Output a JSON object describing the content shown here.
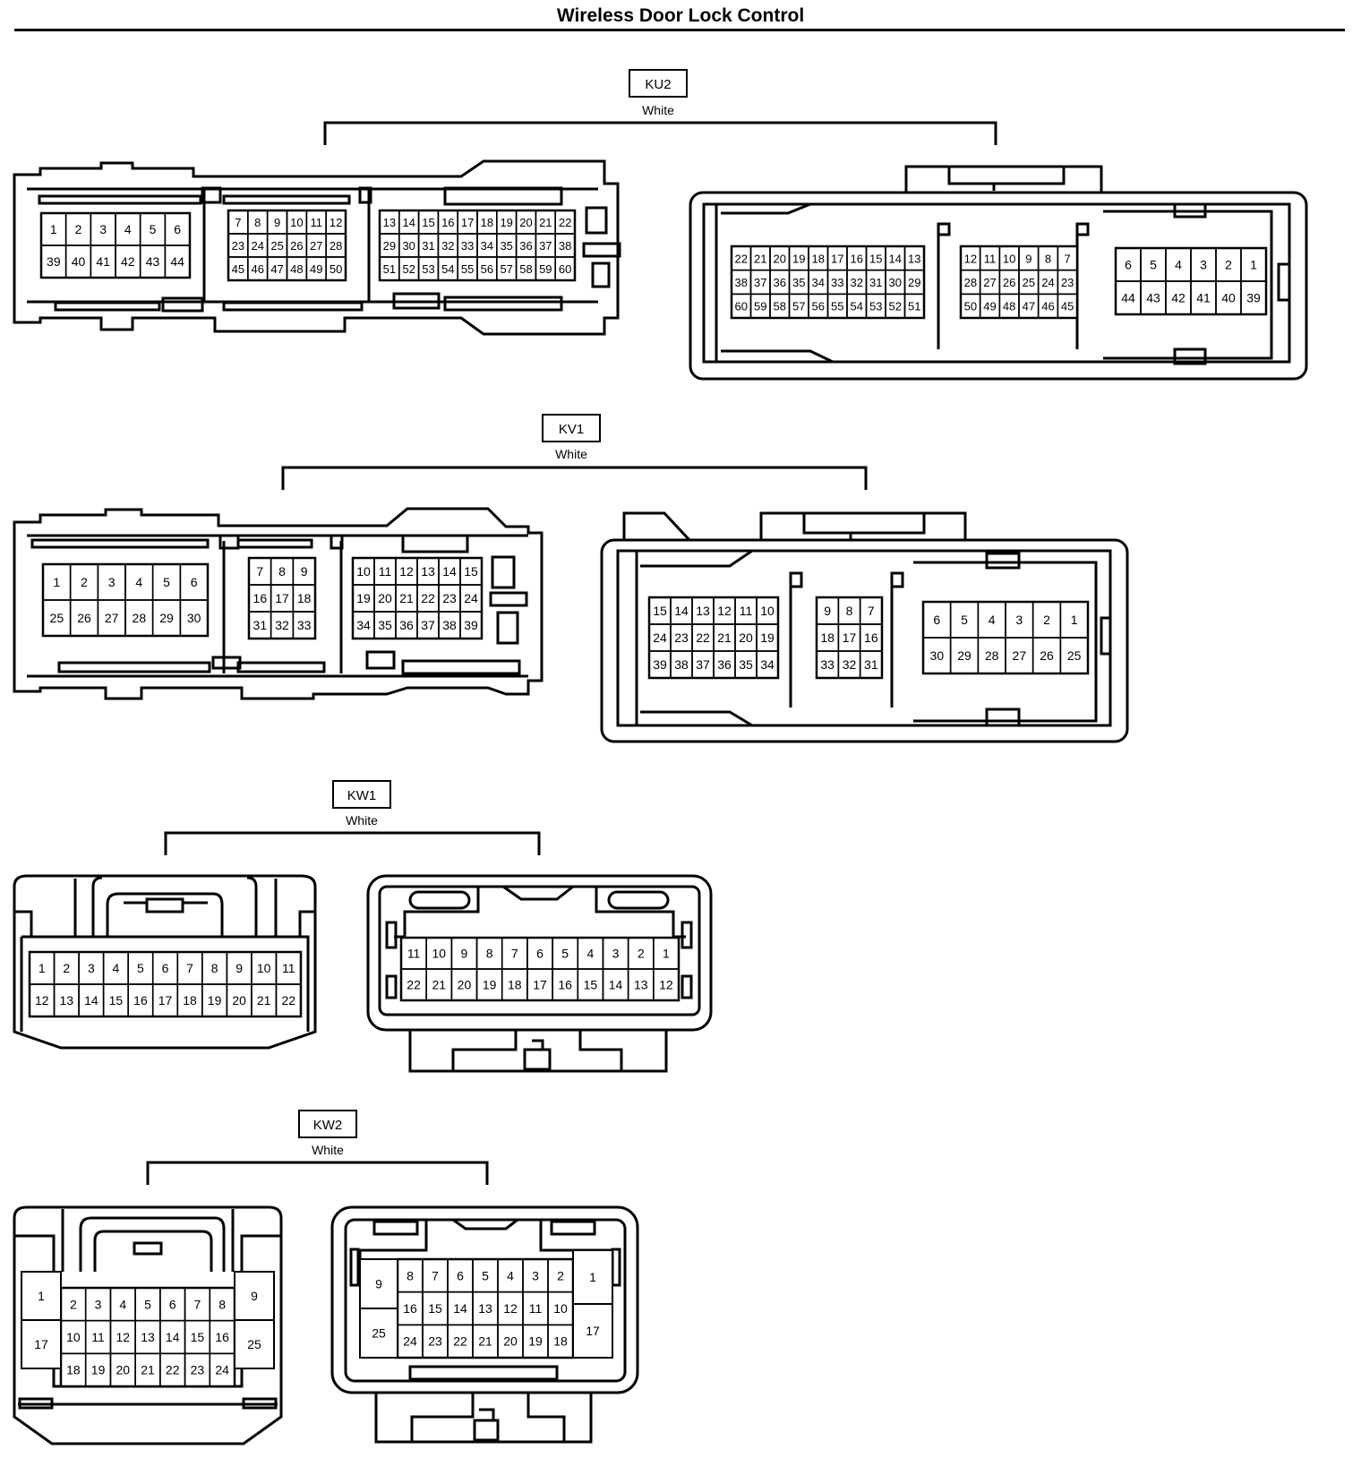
{
  "title": "Wireless Door Lock Control",
  "connectors": [
    {
      "code": "KU2",
      "color": "White",
      "views": [
        {
          "name": "ku2-left",
          "groups": [
            {
              "rows": [
                [
                  "1",
                  "2",
                  "3",
                  "4",
                  "5",
                  "6"
                ],
                [
                  "39",
                  "40",
                  "41",
                  "42",
                  "43",
                  "44"
                ]
              ]
            },
            {
              "rows": [
                [
                  "7",
                  "8",
                  "9",
                  "10",
                  "11",
                  "12"
                ],
                [
                  "23",
                  "24",
                  "25",
                  "26",
                  "27",
                  "28"
                ],
                [
                  "45",
                  "46",
                  "47",
                  "48",
                  "49",
                  "50"
                ]
              ]
            },
            {
              "rows": [
                [
                  "13",
                  "14",
                  "15",
                  "16",
                  "17",
                  "18",
                  "19",
                  "20",
                  "21",
                  "22"
                ],
                [
                  "29",
                  "30",
                  "31",
                  "32",
                  "33",
                  "34",
                  "35",
                  "36",
                  "37",
                  "38"
                ],
                [
                  "51",
                  "52",
                  "53",
                  "54",
                  "55",
                  "56",
                  "57",
                  "58",
                  "59",
                  "60"
                ]
              ]
            }
          ]
        },
        {
          "name": "ku2-right",
          "groups": [
            {
              "rows": [
                [
                  "22",
                  "21",
                  "20",
                  "19",
                  "18",
                  "17",
                  "16",
                  "15",
                  "14",
                  "13"
                ],
                [
                  "38",
                  "37",
                  "36",
                  "35",
                  "34",
                  "33",
                  "32",
                  "31",
                  "30",
                  "29"
                ],
                [
                  "60",
                  "59",
                  "58",
                  "57",
                  "56",
                  "55",
                  "54",
                  "53",
                  "52",
                  "51"
                ]
              ]
            },
            {
              "rows": [
                [
                  "12",
                  "11",
                  "10",
                  "9",
                  "8",
                  "7"
                ],
                [
                  "28",
                  "27",
                  "26",
                  "25",
                  "24",
                  "23"
                ],
                [
                  "50",
                  "49",
                  "48",
                  "47",
                  "46",
                  "45"
                ]
              ]
            },
            {
              "rows": [
                [
                  "6",
                  "5",
                  "4",
                  "3",
                  "2",
                  "1"
                ],
                [
                  "44",
                  "43",
                  "42",
                  "41",
                  "40",
                  "39"
                ]
              ]
            }
          ]
        }
      ]
    },
    {
      "code": "KV1",
      "color": "White",
      "views": [
        {
          "name": "kv1-left",
          "groups": [
            {
              "rows": [
                [
                  "1",
                  "2",
                  "3",
                  "4",
                  "5",
                  "6"
                ],
                [
                  "25",
                  "26",
                  "27",
                  "28",
                  "29",
                  "30"
                ]
              ]
            },
            {
              "rows": [
                [
                  "7",
                  "8",
                  "9"
                ],
                [
                  "16",
                  "17",
                  "18"
                ],
                [
                  "31",
                  "32",
                  "33"
                ]
              ]
            },
            {
              "rows": [
                [
                  "10",
                  "11",
                  "12",
                  "13",
                  "14",
                  "15"
                ],
                [
                  "19",
                  "20",
                  "21",
                  "22",
                  "23",
                  "24"
                ],
                [
                  "34",
                  "35",
                  "36",
                  "37",
                  "38",
                  "39"
                ]
              ]
            }
          ]
        },
        {
          "name": "kv1-right",
          "groups": [
            {
              "rows": [
                [
                  "15",
                  "14",
                  "13",
                  "12",
                  "11",
                  "10"
                ],
                [
                  "24",
                  "23",
                  "22",
                  "21",
                  "20",
                  "19"
                ],
                [
                  "39",
                  "38",
                  "37",
                  "36",
                  "35",
                  "34"
                ]
              ]
            },
            {
              "rows": [
                [
                  "9",
                  "8",
                  "7"
                ],
                [
                  "18",
                  "17",
                  "16"
                ],
                [
                  "33",
                  "32",
                  "31"
                ]
              ]
            },
            {
              "rows": [
                [
                  "6",
                  "5",
                  "4",
                  "3",
                  "2",
                  "1"
                ],
                [
                  "30",
                  "29",
                  "28",
                  "27",
                  "26",
                  "25"
                ]
              ]
            }
          ]
        }
      ]
    },
    {
      "code": "KW1",
      "color": "White",
      "views": [
        {
          "name": "kw1-left",
          "groups": [
            {
              "rows": [
                [
                  "1",
                  "2",
                  "3",
                  "4",
                  "5",
                  "6",
                  "7",
                  "8",
                  "9",
                  "10",
                  "11"
                ],
                [
                  "12",
                  "13",
                  "14",
                  "15",
                  "16",
                  "17",
                  "18",
                  "19",
                  "20",
                  "21",
                  "22"
                ]
              ]
            }
          ]
        },
        {
          "name": "kw1-right",
          "groups": [
            {
              "rows": [
                [
                  "11",
                  "10",
                  "9",
                  "8",
                  "7",
                  "6",
                  "5",
                  "4",
                  "3",
                  "2",
                  "1"
                ],
                [
                  "22",
                  "21",
                  "20",
                  "19",
                  "18",
                  "17",
                  "16",
                  "15",
                  "14",
                  "13",
                  "12"
                ]
              ]
            }
          ]
        }
      ]
    },
    {
      "code": "KW2",
      "color": "White",
      "views": [
        {
          "name": "kw2-left",
          "side_pins": [
            [
              "1",
              "17"
            ],
            [
              "9",
              "25"
            ]
          ],
          "groups": [
            {
              "rows": [
                [
                  "2",
                  "3",
                  "4",
                  "5",
                  "6",
                  "7",
                  "8"
                ],
                [
                  "10",
                  "11",
                  "12",
                  "13",
                  "14",
                  "15",
                  "16"
                ],
                [
                  "18",
                  "19",
                  "20",
                  "21",
                  "22",
                  "23",
                  "24"
                ]
              ]
            }
          ]
        },
        {
          "name": "kw2-right",
          "side_pins": [
            [
              "9",
              "25"
            ],
            [
              "1",
              "17"
            ]
          ],
          "groups": [
            {
              "rows": [
                [
                  "8",
                  "7",
                  "6",
                  "5",
                  "4",
                  "3",
                  "2"
                ],
                [
                  "16",
                  "15",
                  "14",
                  "13",
                  "12",
                  "11",
                  "10"
                ],
                [
                  "24",
                  "23",
                  "22",
                  "21",
                  "20",
                  "19",
                  "18"
                ]
              ]
            }
          ]
        }
      ]
    }
  ]
}
